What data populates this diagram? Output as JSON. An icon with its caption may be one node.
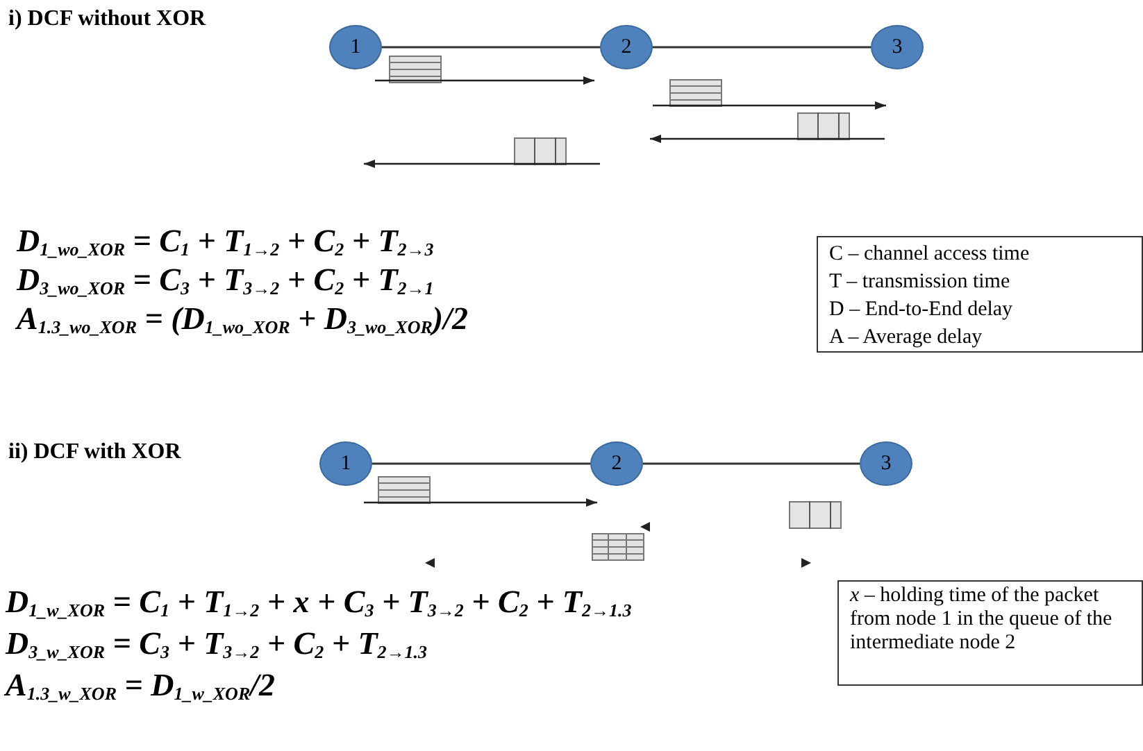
{
  "diagram": {
    "nodes": [
      {
        "text": [
          "1"
        ]
      },
      {
        "text": [
          "2"
        ]
      },
      {
        "text": [
          "3"
        ]
      },
      {
        "text": [
          "1"
        ]
      },
      {
        "text": [
          "2"
        ]
      },
      {
        "text": [
          "3"
        ]
      },
      {
        "text": [
          "C – channel access time",
          "T – transmission time",
          "D – End-to-End delay",
          "A – Average delay"
        ]
      },
      {
        "text": [
          "*x* – holding time of the packet from node 1 in the queue of the intermediate node 2"
        ]
      }
    ],
    "edges": [
      {
        "from": 0,
        "to": 1,
        "arrow": "none"
      },
      {
        "from": 1,
        "to": 2,
        "arrow": "none"
      },
      {
        "from": 3,
        "to": 4,
        "arrow": "none"
      },
      {
        "from": 4,
        "to": 5,
        "arrow": "none"
      }
    ],
    "labels": [
      "i) DCF without XOR",
      "D$_{1_wo_XOR}$ = C$_{1}$ + T$_{1→2}$ + C$_{2}$ + T$_{2→3}$",
      "D$_{3_wo_XOR}$ = C$_{3}$ + T$_{3→2}$ + C$_{2}$ + T$_{2→1}$",
      "A$_{1.3_wo_XOR}$ = (D$_{1_wo_XOR}$ + D$_{3_wo_XOR}$)/2",
      "ii) DCF with XOR",
      "D$_{1_w_XOR}$ = C$_{1}$ + T$_{1→2}$ + x + C$_{3}$ + T$_{3→2}$ + C$_{2}$ + T$_{2→1.3}$",
      "D$_{3_w_XOR}$ = C$_{3}$ + T$_{3→2}$ + C$_{2}$ + T$_{2→1.3}$",
      "A$_{1.3_w_XOR}$ = D$_{1_w_XOR}$/2"
    ]
  }
}
